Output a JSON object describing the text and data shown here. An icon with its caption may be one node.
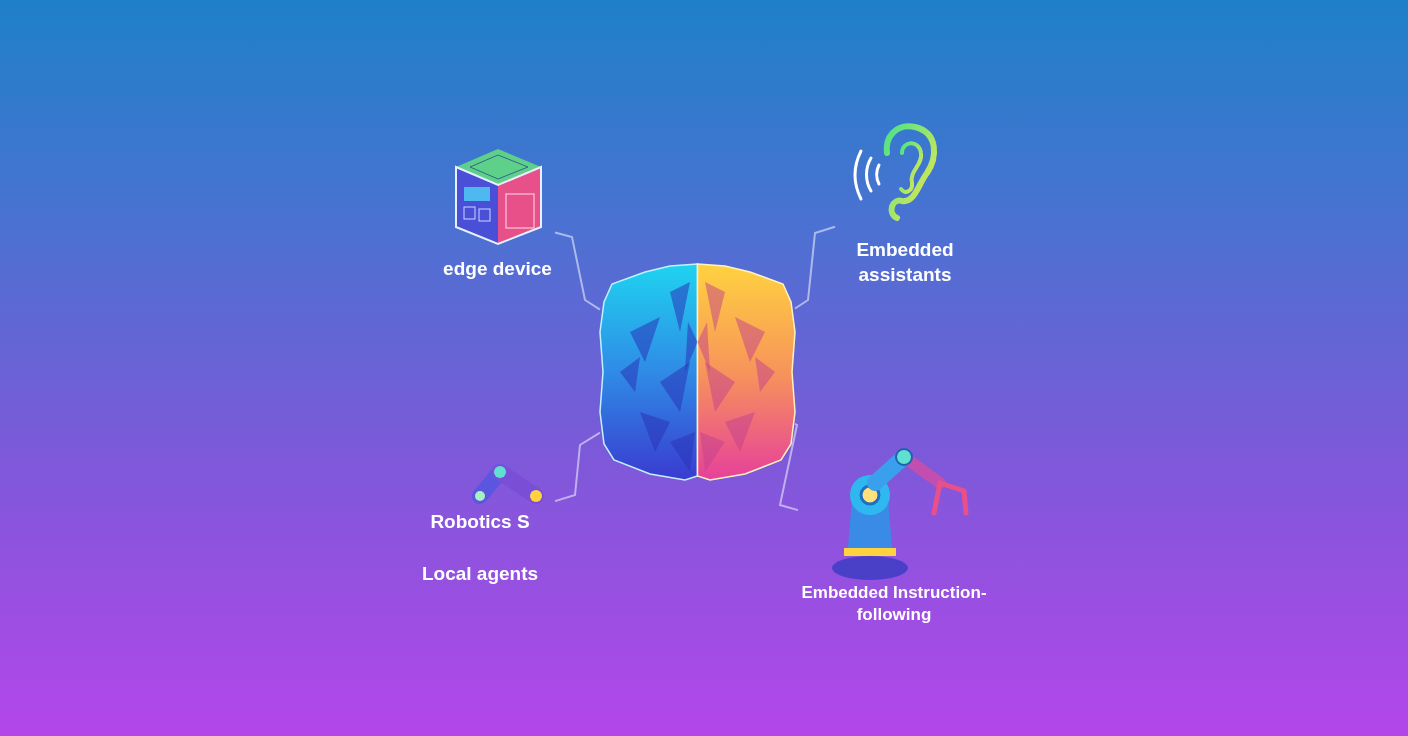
{
  "diagram": {
    "nodes": [
      {
        "text": [],
        "shape": "picture"
      },
      {
        "text": [
          "edge device"
        ]
      },
      {
        "text": [
          "Embedded assistants"
        ]
      },
      {
        "text": [
          "Robotics S",
          "Local agents"
        ]
      },
      {
        "text": [
          "Embedded Instruction-following"
        ]
      }
    ],
    "edges": [
      {
        "from": 1,
        "to": 0,
        "arrow": "none"
      },
      {
        "from": 2,
        "to": 0,
        "arrow": "none"
      },
      {
        "from": 3,
        "to": 0,
        "arrow": "none"
      },
      {
        "from": 4,
        "to": 0,
        "arrow": "none"
      }
    ]
  }
}
